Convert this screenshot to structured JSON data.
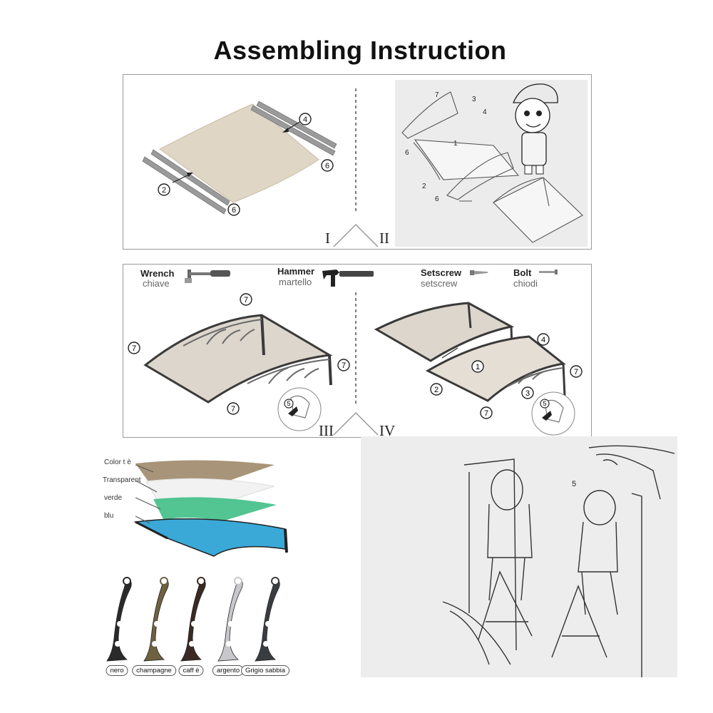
{
  "title": "Assembling Instruction",
  "steps": [
    "I",
    "II",
    "III",
    "IV"
  ],
  "tools": [
    {
      "name": "Wrench",
      "sub": "chiave",
      "icon": "wrench-icon"
    },
    {
      "name": "Hammer",
      "sub": "martello",
      "icon": "hammer-icon"
    },
    {
      "name": "Setscrew",
      "sub": "setscrew",
      "icon": "setscrew-icon"
    },
    {
      "name": "Bolt",
      "sub": "chiodi",
      "icon": "bolt-icon"
    }
  ],
  "panel1_callouts": [
    "4",
    "6",
    "2",
    "6"
  ],
  "panel2_callouts": [
    "7",
    "3",
    "4",
    "6",
    "1",
    "2",
    "6"
  ],
  "panel3_callouts": [
    "7",
    "7",
    "7",
    "7",
    "5"
  ],
  "panel4_callouts": [
    "4",
    "1",
    "7",
    "2",
    "3",
    "7",
    "5"
  ],
  "install_callout": "5",
  "sheet_colors": [
    {
      "label": "Color t è",
      "color": "#a89478"
    },
    {
      "label": "Transparent",
      "color": "#f4f4f4"
    },
    {
      "label": "verde",
      "color": "#3fbf86"
    },
    {
      "label": "blu",
      "color": "#3aa9d8"
    }
  ],
  "bracket_colors": [
    {
      "label": "nero",
      "color": "#2a2a2a"
    },
    {
      "label": "champagne",
      "color": "#6e6140"
    },
    {
      "label": "caff è",
      "color": "#3b2a24"
    },
    {
      "label": "argento",
      "color": "#c8c8cc"
    },
    {
      "label": "Grigio sabbia",
      "color": "#3a3d40"
    }
  ]
}
